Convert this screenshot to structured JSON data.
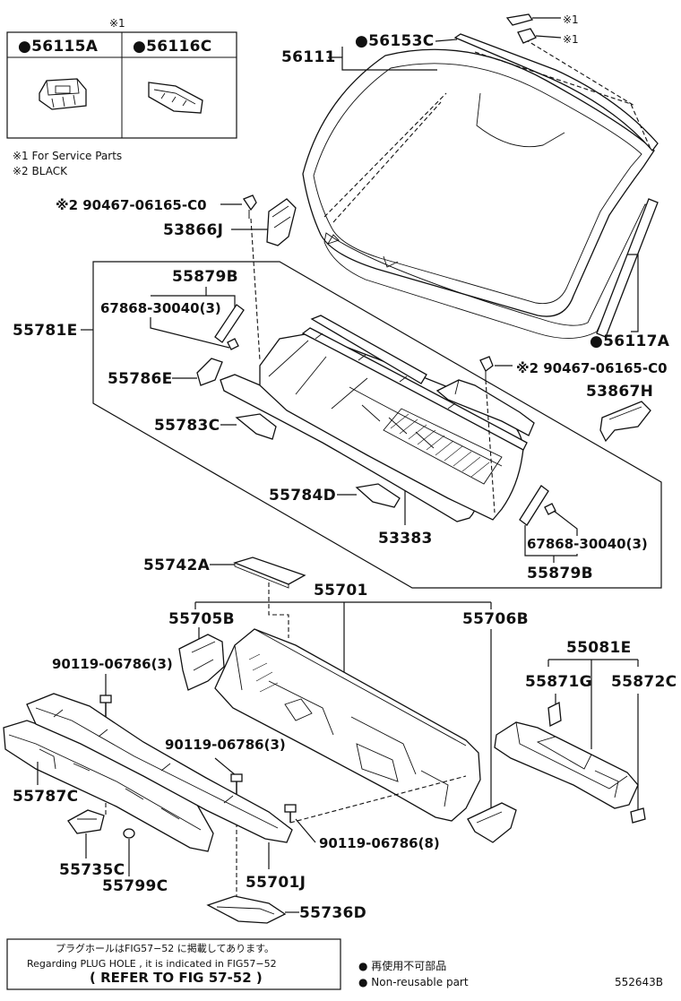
{
  "inset_box": {
    "mark": "※1",
    "left_label": "●56115A",
    "right_label": "●56116C"
  },
  "notes": {
    "note1": "※1 For Service Parts",
    "note2": "※2 BLACK"
  },
  "part_labels": {
    "p56111": "56111",
    "p56153C": "●56153C",
    "top_mark1": "※1",
    "top_mark2": "※1",
    "p56117A": "●56117A",
    "p90467_left": "※2 90467-06165-C0",
    "p53866J": "53866J",
    "p55879B_top": "55879B",
    "p67868_top": "67868-30040(3)",
    "p55781E": "55781E",
    "p55786E": "55786E",
    "p55783C": "55783C",
    "p90467_right": "※2 90467-06165-C0",
    "p53867H": "53867H",
    "p55784D": "55784D",
    "p53383": "53383",
    "p67868_bottom": "67868-30040(3)",
    "p55879B_bottom": "55879B",
    "p55742A": "55742A",
    "p55701": "55701",
    "p55705B": "55705B",
    "p55706B": "55706B",
    "p55081E": "55081E",
    "p90119_a": "90119-06786(3)",
    "p55871G": "55871G",
    "p55872C": "55872C",
    "p90119_b": "90119-06786(3)",
    "p55787C": "55787C",
    "p90119_c": "90119-06786(8)",
    "p55735C": "55735C",
    "p55799C": "55799C",
    "p55701J": "55701J",
    "p55736D": "55736D"
  },
  "bottom_note": {
    "line1": "プラグホールはFIG57−52 に掲載してあります。",
    "line2": "Regarding  PLUG HOLE , it is indicated in FIG57−52",
    "line3": "( REFER TO FIG 57-52 )"
  },
  "legend": {
    "jp": "● 再使用不可部品",
    "en": "● Non-reusable part"
  },
  "figure_code": "552643B"
}
